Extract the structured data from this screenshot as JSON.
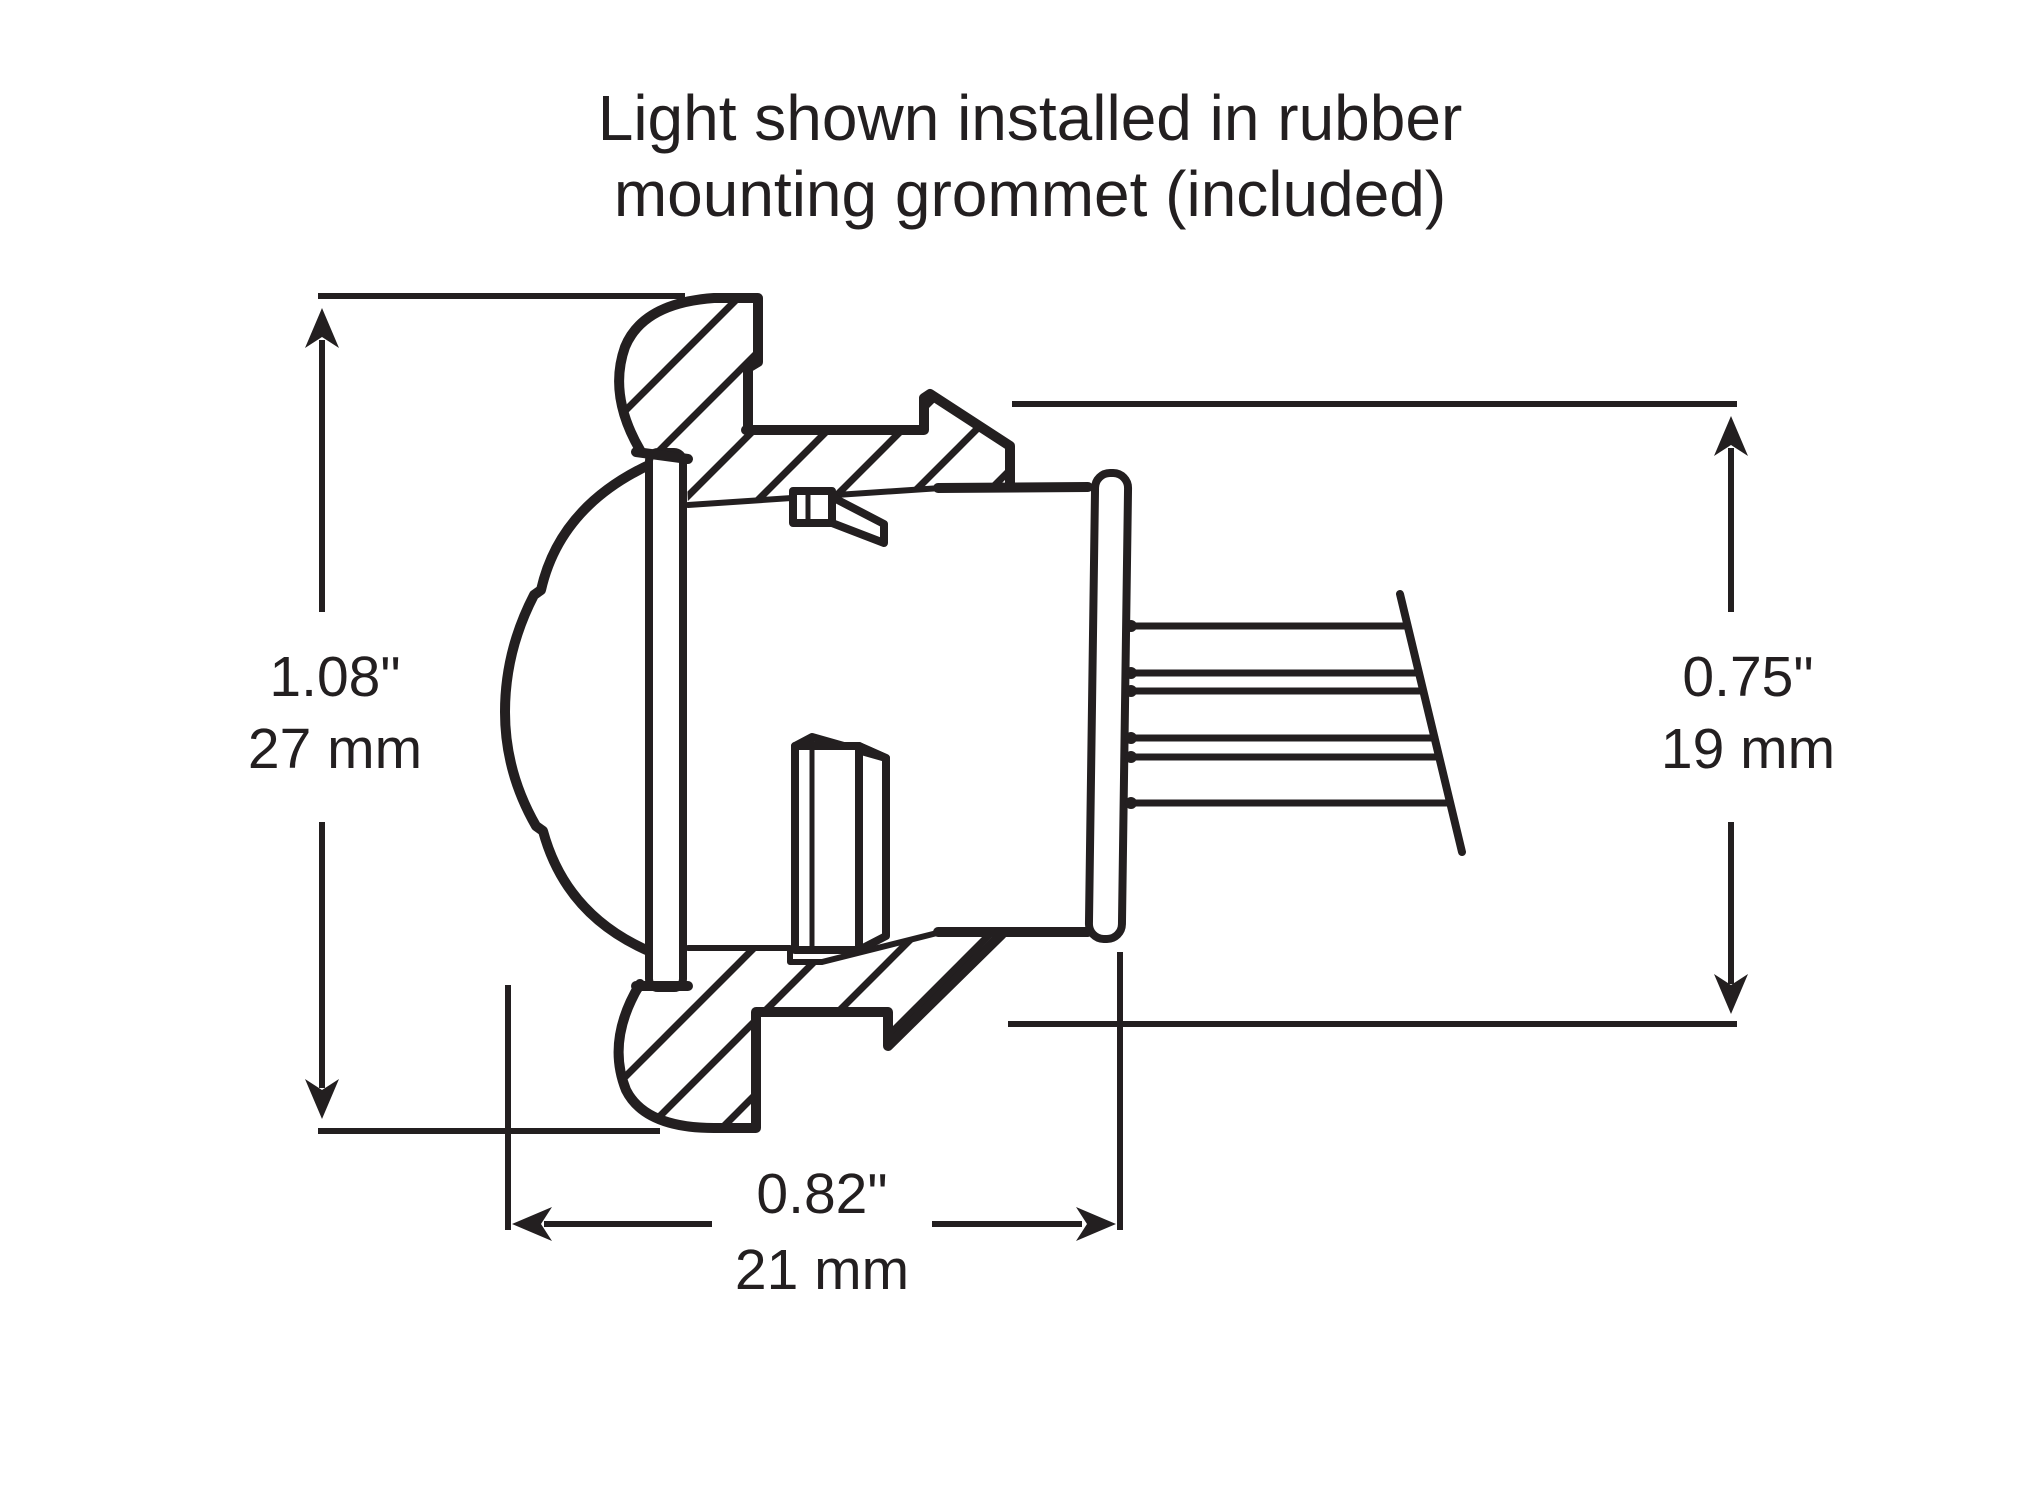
{
  "title": {
    "line1": "Light shown installed in rubber",
    "line2": "mounting grommet (included)"
  },
  "dimensions": {
    "overall_height": {
      "inches": "1.08\"",
      "mm": "27 mm"
    },
    "rear_height": {
      "inches": "0.75\"",
      "mm": "19 mm"
    },
    "grommet_depth": {
      "inches": "0.82\"",
      "mm": "21 mm"
    }
  },
  "colors": {
    "line": "#231f20",
    "background": "#ffffff"
  }
}
